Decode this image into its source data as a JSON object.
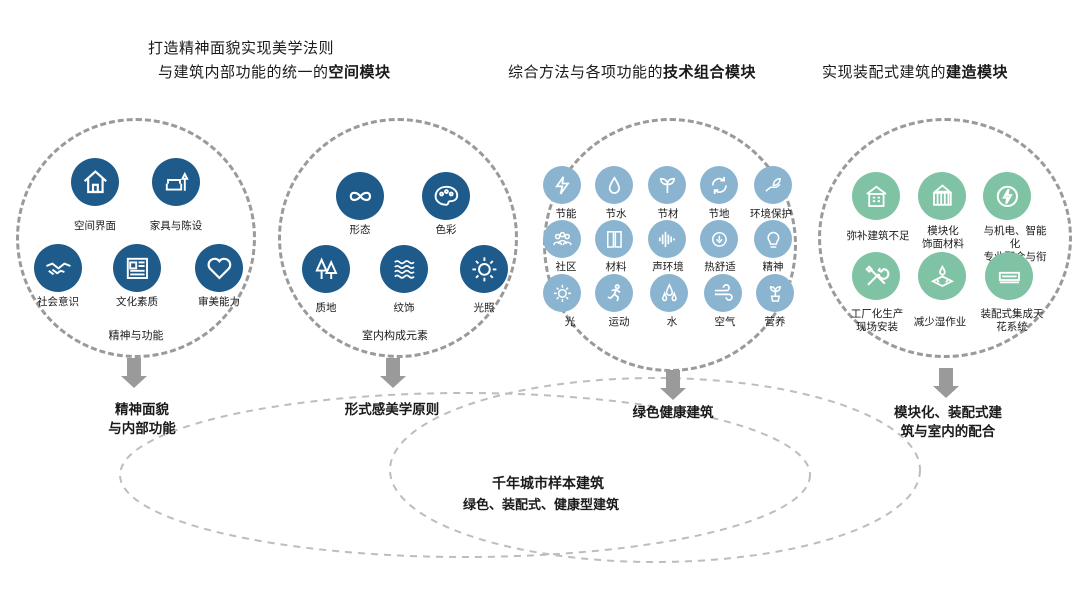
{
  "headings": {
    "col1_line1": "打造精神面貌实现美学法则",
    "col1_line2_prefix": "与建筑内部功能的统一的",
    "col1_line2_bold": "空间模块",
    "col3_prefix": "综合方法与各项功能的",
    "col3_bold": "技术组合模块",
    "col4_prefix": "实现装配式建筑的",
    "col4_bold": "建造模块"
  },
  "circle1": {
    "items": [
      "空间界面",
      "家具与陈设",
      "社会意识",
      "文化素质",
      "审美能力"
    ],
    "caption": "精神与功能",
    "icons": [
      "house-icon",
      "sofa-lamp-icon",
      "handshake-icon",
      "newspaper-icon",
      "heart-icon"
    ]
  },
  "circle2": {
    "items": [
      "形态",
      "色彩",
      "质地",
      "纹饰",
      "光照"
    ],
    "caption": "室内构成元素",
    "icons": [
      "infinity-icon",
      "palette-icon",
      "trees-icon",
      "waves-icon",
      "sun-icon"
    ]
  },
  "circle3": {
    "items": [
      "节能",
      "节水",
      "节材",
      "节地",
      "环境保护",
      "社区",
      "材料",
      "声环境",
      "热舒适",
      "精神",
      "光",
      "运动",
      "水",
      "空气",
      "营养"
    ],
    "icons": [
      "lightning-icon",
      "drop-icon",
      "sprout-icon",
      "recycle-icon",
      "hand-leaf-icon",
      "people-icon",
      "panels-icon",
      "soundwave-icon",
      "thermo-icon",
      "bulb-icon",
      "sun-icon",
      "runner-icon",
      "drops-icon",
      "wind-icon",
      "plant-icon"
    ]
  },
  "circle4": {
    "items": [
      "弥补建筑不足",
      "模块化\n饰面材料",
      "与机电、智能化\n专业配合与衔接",
      "工厂化生产\n现场安装",
      "减少湿作业",
      "装配式集成天\n花系统"
    ],
    "icons": [
      "building-icon",
      "container-icon",
      "power-icon",
      "tools-icon",
      "wet-work-icon",
      "ceiling-icon"
    ]
  },
  "bottom": {
    "b1": "精神面貌\n与内部功能",
    "b2": "形式感美学原则",
    "b3": "绿色健康建筑",
    "b4": "模块化、装配式建\n筑与室内的配合"
  },
  "center": {
    "line1": "千年城市样本建筑",
    "line2": "绿色、装配式、健康型建筑"
  },
  "colors": {
    "dark_blue": "#1f5b8a",
    "light_blue": "#8ab4cf",
    "green": "#7fc3a4",
    "dash_gray": "#9a9a9a"
  }
}
